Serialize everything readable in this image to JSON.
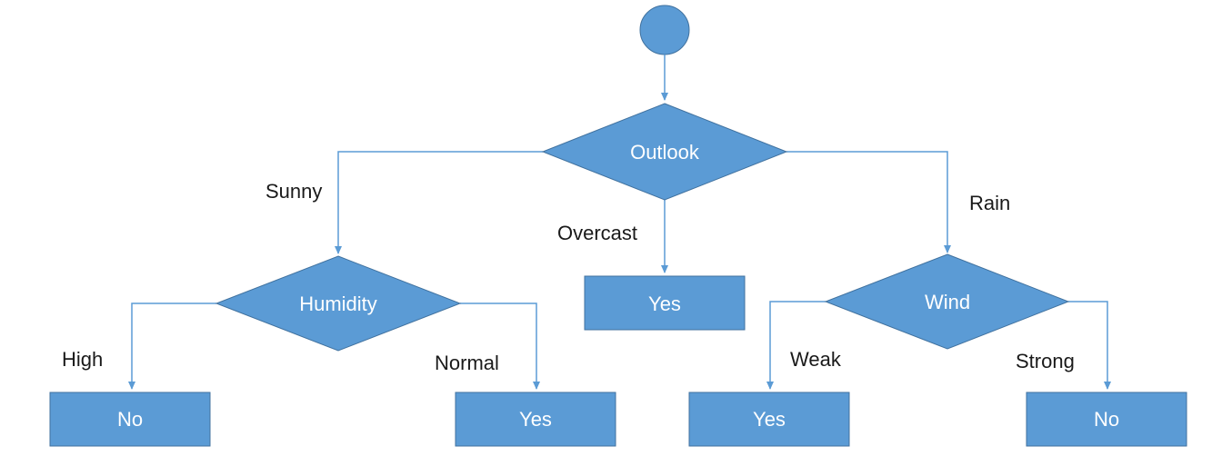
{
  "nodes": {
    "outlook": "Outlook",
    "humidity": "Humidity",
    "wind": "Wind",
    "overcast_yes": "Yes",
    "high_no": "No",
    "normal_yes": "Yes",
    "weak_yes": "Yes",
    "strong_no": "No"
  },
  "edges": {
    "sunny": "Sunny",
    "overcast": "Overcast",
    "rain": "Rain",
    "high": "High",
    "normal": "Normal",
    "weak": "Weak",
    "strong": "Strong"
  },
  "colors": {
    "fill": "#5b9bd5",
    "line": "#5b9bd5"
  }
}
